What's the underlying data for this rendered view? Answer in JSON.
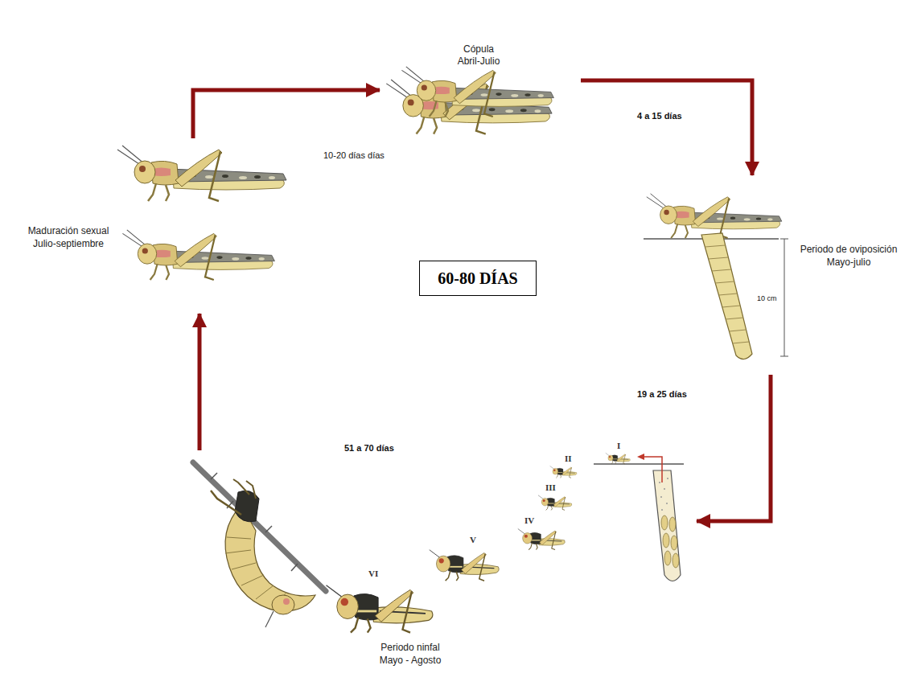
{
  "diagram": {
    "nodes": [
      {
        "text": [
          "Cópula",
          "Abril-Julio"
        ]
      },
      {
        "text": [
          "Maduración sexual",
          "Julio-septiembre"
        ]
      },
      {
        "text": [
          "Periodo de oviposición",
          "Mayo-julio"
        ]
      },
      {
        "text": [
          "60-80 DÍAS"
        ]
      },
      {
        "text": [
          "Periodo ninfal",
          "Mayo - Agosto"
        ]
      }
    ],
    "edges": [
      {
        "from": 1,
        "to": 0,
        "label": "10-20 días días",
        "arrow": "to"
      },
      {
        "from": 0,
        "to": 2,
        "label": "4 a 15 días",
        "arrow": "to"
      },
      {
        "from": 2,
        "to": 4,
        "label": "19 a 25 días",
        "arrow": "to"
      },
      {
        "from": 4,
        "to": 1,
        "arrow": "to"
      }
    ],
    "labels": [
      "51 a 70 días",
      "10 cm",
      "II",
      "I",
      "III",
      "IV",
      "V",
      "VI"
    ]
  }
}
